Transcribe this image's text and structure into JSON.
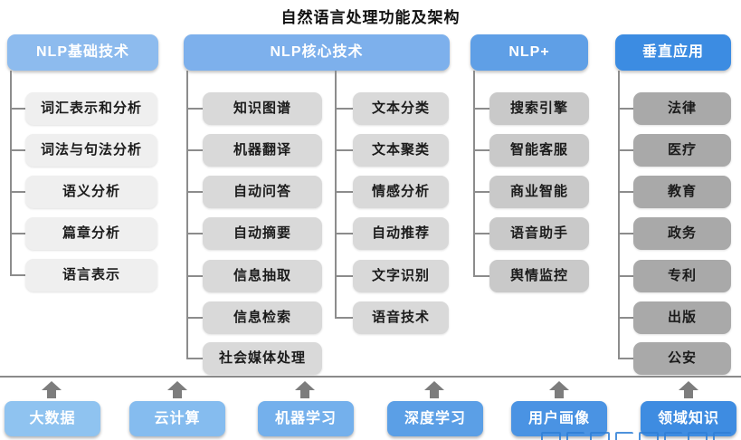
{
  "title": "自然语言处理功能及架构",
  "columns": [
    {
      "header": "NLP基础技术",
      "items": [
        "词汇表示和分析",
        "词法与句法分析",
        "语义分析",
        "篇章分析",
        "语言表示"
      ]
    },
    {
      "header": "NLP核心技术",
      "items_left": [
        "知识图谱",
        "机器翻译",
        "自动问答",
        "自动摘要",
        "信息抽取",
        "信息检索",
        "社会媒体处理"
      ],
      "items_right": [
        "文本分类",
        "文本聚类",
        "情感分析",
        "自动推荐",
        "文字识别",
        "语音技术"
      ]
    },
    {
      "header": "NLP+",
      "items": [
        "搜索引擎",
        "智能客服",
        "商业智能",
        "语音助手",
        "舆情监控"
      ]
    },
    {
      "header": "垂直应用",
      "items": [
        "法律",
        "医疗",
        "教育",
        "政务",
        "专利",
        "出版",
        "公安"
      ]
    }
  ],
  "foundation": [
    "大数据",
    "云计算",
    "机器学习",
    "深度学习",
    "用户画像",
    "领域知识"
  ],
  "colors": {
    "headers": [
      "#8DBBEE",
      "#7DB0EC",
      "#5F9FE6",
      "#3C8CE2"
    ],
    "item_columns": [
      "#EFEFEF",
      "#D9D9D9",
      "#C9C9C9",
      "#A9A9A9"
    ],
    "foundation": [
      "#8FC3F0",
      "#85BCEF",
      "#74B0EC",
      "#5B9FE6",
      "#4A93E3",
      "#3E8CE1"
    ],
    "connector": "#8c8c8c",
    "arrow": "#7d7d7d"
  }
}
